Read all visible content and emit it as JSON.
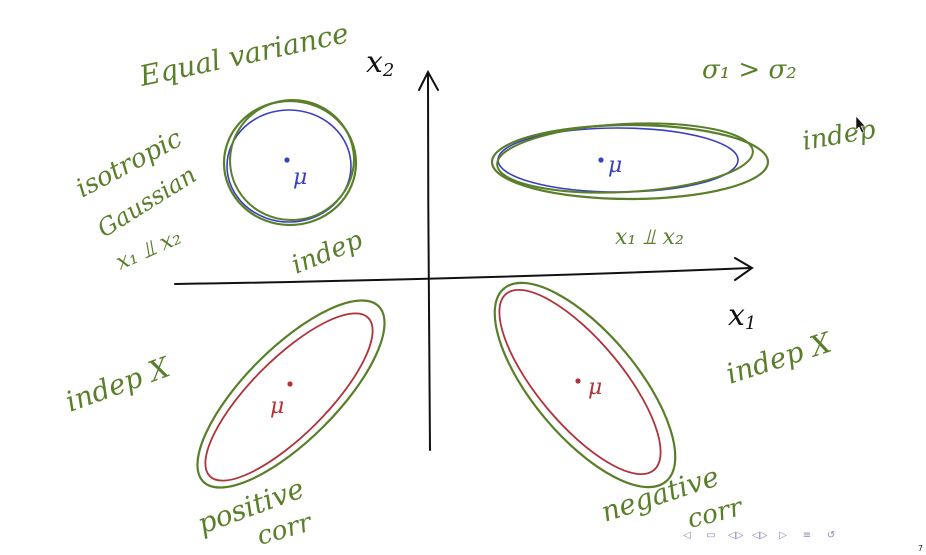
{
  "axes": {
    "x_label": "x",
    "x_sub": "1",
    "y_label": "x",
    "y_sub": "2"
  },
  "annotations": {
    "equal_variance": "Equal variance",
    "isotropic": "isotropic",
    "gaussian": "Gaussian",
    "tl_indep_relation": "x₁ ⫫ x₂",
    "tl_indep": "indep",
    "sigma_relation": "σ₁ > σ₂",
    "tr_indep": "indep",
    "tr_indep_relation": "x₁ ⫫ x₂",
    "bl_indep_x": "indep X",
    "bl_positive": "positive",
    "bl_corr": "corr",
    "br_indep_x": "indep X",
    "br_negative": "negative",
    "br_corr": "corr"
  },
  "means": {
    "tl": "μ",
    "tr": "μ",
    "bl": "μ",
    "br": "μ"
  },
  "colors": {
    "green": "#5a7f2a",
    "blue": "#3a3fbf",
    "red": "#b0323a",
    "axis": "#111111"
  },
  "page_number": "7",
  "nav_icons": [
    "nav-left-icon",
    "nav-frame-icon",
    "nav-section-icon",
    "nav-subsection-icon",
    "nav-right-icon",
    "nav-align-icon",
    "nav-search-icon"
  ]
}
